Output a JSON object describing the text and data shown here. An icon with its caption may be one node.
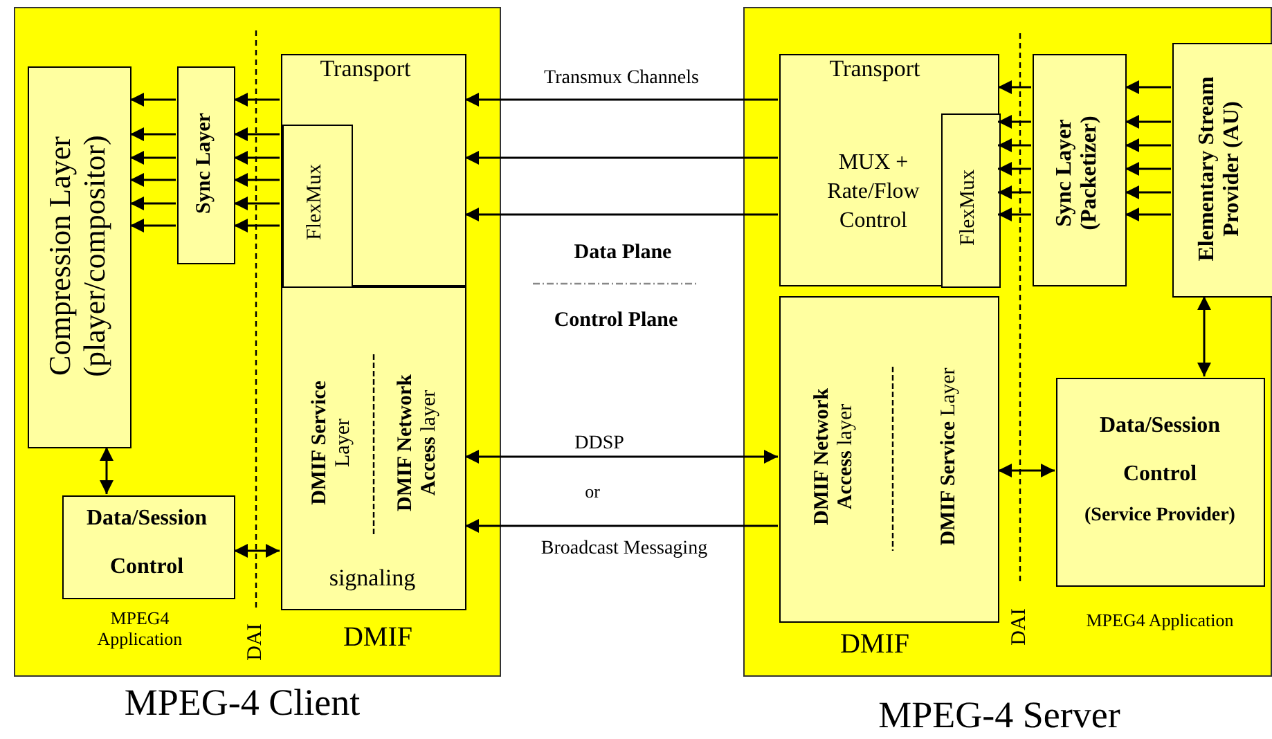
{
  "diagram": {
    "nodes": [
      {
        "text": [
          "MPEG-4 Client"
        ]
      },
      {
        "text": [
          "Compression Layer (player/compositor)"
        ],
        "in": 0
      },
      {
        "text": [
          "Sync Layer"
        ],
        "in": 0
      },
      {
        "text": [
          "Transport"
        ],
        "in": 0
      },
      {
        "text": [
          "FlexMux"
        ],
        "in": 3
      },
      {
        "text": [
          "**DMIF Service** Layer",
          "**DMIF Network Access** layer",
          "signaling"
        ],
        "in": 0
      },
      {
        "text": [
          "Data/Session Control"
        ],
        "in": 0
      },
      {
        "text": [
          "MPEG-4 Server"
        ]
      },
      {
        "text": [
          "Transport",
          "MUX + Rate/Flow Control"
        ],
        "in": 7
      },
      {
        "text": [
          "FlexMux"
        ],
        "in": 8
      },
      {
        "text": [
          "Sync Layer (Packetizer)"
        ],
        "in": 7
      },
      {
        "text": [
          "Elementary Stream Provider (AU)"
        ],
        "in": 7
      },
      {
        "text": [
          "**DMIF Network Access** layer",
          "**DMIF Service** Layer"
        ],
        "in": 7
      },
      {
        "text": [
          "Data/Session Control",
          "(Service Provider)"
        ],
        "in": 7
      }
    ],
    "edges": [
      {
        "from": 2,
        "to": 1,
        "arrow": "to"
      },
      {
        "from": 2,
        "to": 1,
        "arrow": "to"
      },
      {
        "from": 2,
        "to": 1,
        "arrow": "to"
      },
      {
        "from": 2,
        "to": 1,
        "arrow": "to"
      },
      {
        "from": 2,
        "to": 1,
        "arrow": "to"
      },
      {
        "from": 2,
        "to": 1,
        "arrow": "to"
      },
      {
        "from": 3,
        "to": 2,
        "arrow": "to"
      },
      {
        "from": 4,
        "to": 2,
        "arrow": "to"
      },
      {
        "from": 4,
        "to": 2,
        "arrow": "to"
      },
      {
        "from": 4,
        "to": 2,
        "arrow": "to"
      },
      {
        "from": 4,
        "to": 2,
        "arrow": "to"
      },
      {
        "from": 4,
        "to": 2,
        "arrow": "to"
      },
      {
        "from": 1,
        "to": 6,
        "arrow": "both"
      },
      {
        "from": 6,
        "to": 5,
        "arrow": "both"
      },
      {
        "from": 8,
        "to": 3,
        "arrow": "to",
        "label": "Transmux Channels"
      },
      {
        "from": 8,
        "to": 3,
        "arrow": "to"
      },
      {
        "from": 8,
        "to": 3,
        "arrow": "to"
      },
      {
        "from": 5,
        "to": 12,
        "arrow": "both",
        "label": "DDSP"
      },
      {
        "from": 12,
        "to": 5,
        "arrow": "to",
        "label": "Broadcast Messaging"
      },
      {
        "from": 10,
        "to": 8,
        "arrow": "to"
      },
      {
        "from": 10,
        "to": 9,
        "arrow": "to"
      },
      {
        "from": 10,
        "to": 9,
        "arrow": "to"
      },
      {
        "from": 10,
        "to": 9,
        "arrow": "to"
      },
      {
        "from": 10,
        "to": 9,
        "arrow": "to"
      },
      {
        "from": 10,
        "to": 9,
        "arrow": "to"
      },
      {
        "from": 11,
        "to": 10,
        "arrow": "to"
      },
      {
        "from": 11,
        "to": 10,
        "arrow": "to"
      },
      {
        "from": 11,
        "to": 10,
        "arrow": "to"
      },
      {
        "from": 11,
        "to": 10,
        "arrow": "to"
      },
      {
        "from": 11,
        "to": 10,
        "arrow": "to"
      },
      {
        "from": 11,
        "to": 10,
        "arrow": "to"
      },
      {
        "from": 11,
        "to": 13,
        "arrow": "both"
      },
      {
        "from": 12,
        "to": 13,
        "arrow": "both"
      }
    ],
    "labels": [
      "Data Plane",
      "Control Plane",
      "or",
      "MPEG4 Application",
      "DAI",
      "DMIF",
      "DMIF",
      "DAI",
      "MPEG4 Application"
    ]
  }
}
